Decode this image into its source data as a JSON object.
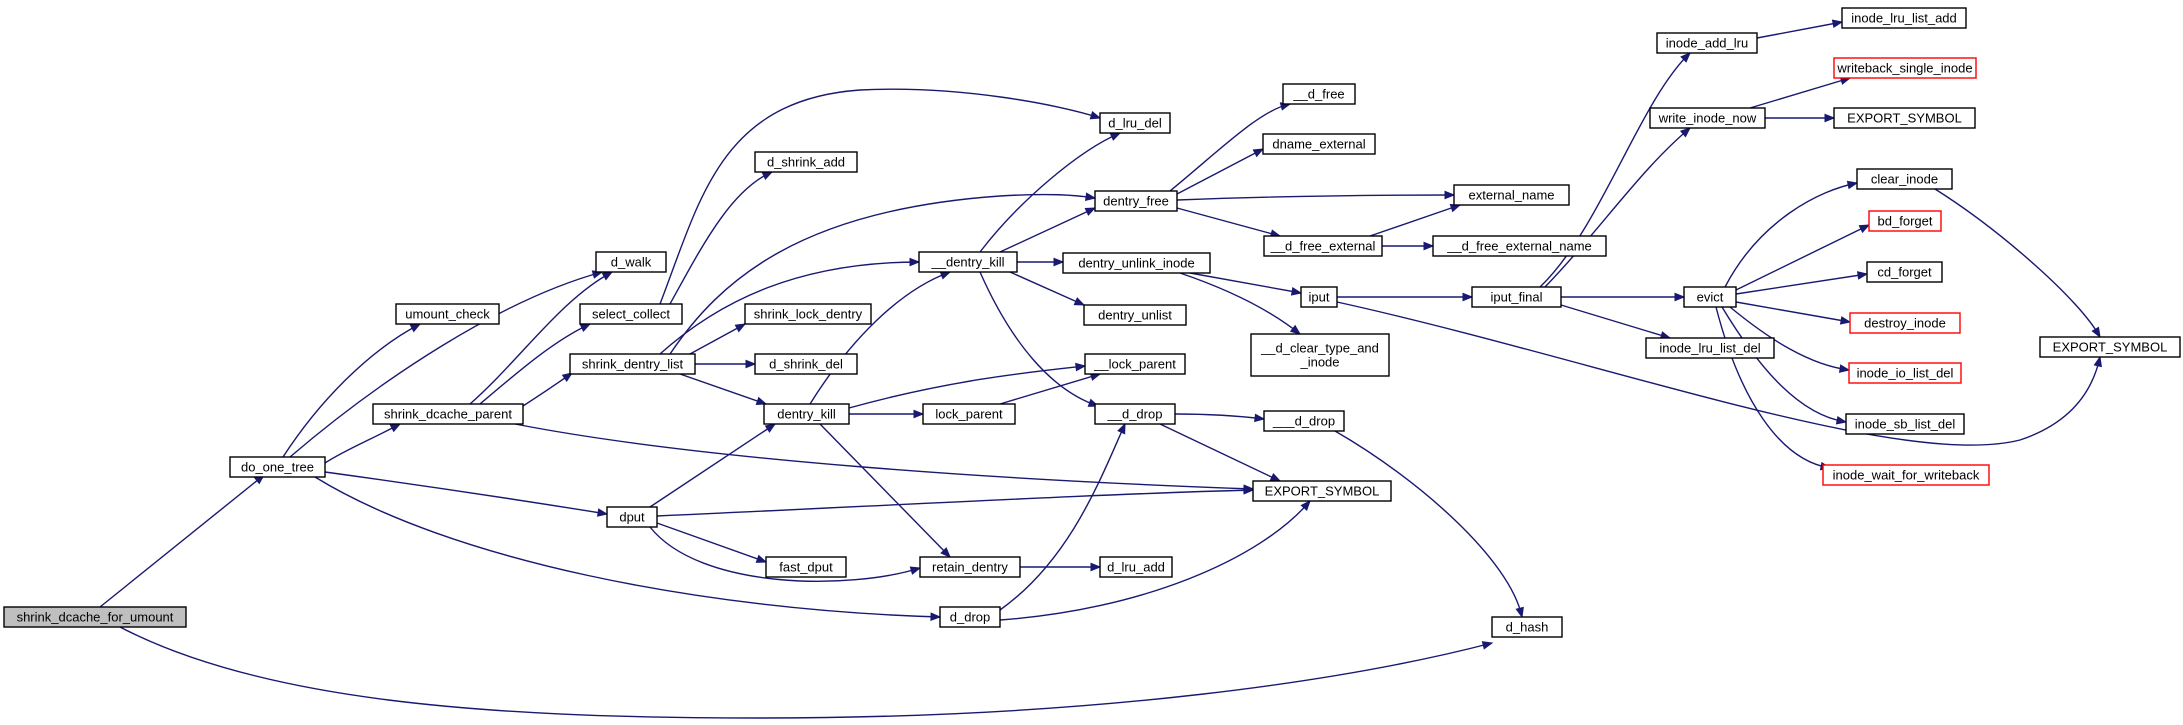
{
  "colors": {
    "edge": "#191970",
    "node_border": "#000000",
    "external_border": "#ff0000",
    "root_fill": "#bfbfbf"
  },
  "nodes": [
    {
      "id": "shrink_dcache_for_umount",
      "label": "shrink_dcache_for_umount",
      "root": true
    },
    {
      "id": "do_one_tree",
      "label": "do_one_tree"
    },
    {
      "id": "umount_check",
      "label": "umount_check"
    },
    {
      "id": "d_walk",
      "label": "d_walk"
    },
    {
      "id": "shrink_dcache_parent",
      "label": "shrink_dcache_parent"
    },
    {
      "id": "select_collect",
      "label": "select_collect"
    },
    {
      "id": "shrink_dentry_list",
      "label": "shrink_dentry_list"
    },
    {
      "id": "d_lru_del",
      "label": "d_lru_del"
    },
    {
      "id": "d_shrink_add",
      "label": "d_shrink_add"
    },
    {
      "id": "shrink_lock_dentry",
      "label": "shrink_lock_dentry"
    },
    {
      "id": "d_shrink_del",
      "label": "d_shrink_del"
    },
    {
      "id": "dentry_kill",
      "label": "dentry_kill"
    },
    {
      "id": "__dentry_kill",
      "label": "__dentry_kill"
    },
    {
      "id": "dentry_free",
      "label": "dentry_free"
    },
    {
      "id": "__d_free",
      "label": "__d_free"
    },
    {
      "id": "dname_external",
      "label": "dname_external"
    },
    {
      "id": "external_name",
      "label": "external_name"
    },
    {
      "id": "__d_free_external",
      "label": "__d_free_external"
    },
    {
      "id": "__d_free_external_name",
      "label": "__d_free_external_name"
    },
    {
      "id": "dentry_unlink_inode",
      "label": "dentry_unlink_inode"
    },
    {
      "id": "dentry_unlist",
      "label": "dentry_unlist"
    },
    {
      "id": "__d_clear_type_and_inode",
      "label": "__d_clear_type_and\n_inode"
    },
    {
      "id": "iput",
      "label": "iput"
    },
    {
      "id": "iput_final",
      "label": "iput_final"
    },
    {
      "id": "__lock_parent",
      "label": "__lock_parent"
    },
    {
      "id": "lock_parent",
      "label": "lock_parent"
    },
    {
      "id": "__d_drop",
      "label": "__d_drop"
    },
    {
      "id": "___d_drop",
      "label": "___d_drop"
    },
    {
      "id": "EXPORT_SYMBOL_mid",
      "label": "EXPORT_SYMBOL"
    },
    {
      "id": "dput",
      "label": "dput"
    },
    {
      "id": "fast_dput",
      "label": "fast_dput"
    },
    {
      "id": "retain_dentry",
      "label": "retain_dentry"
    },
    {
      "id": "d_lru_add",
      "label": "d_lru_add"
    },
    {
      "id": "d_drop",
      "label": "d_drop"
    },
    {
      "id": "d_hash",
      "label": "d_hash"
    },
    {
      "id": "inode_add_lru",
      "label": "inode_add_lru"
    },
    {
      "id": "inode_lru_list_add",
      "label": "inode_lru_list_add"
    },
    {
      "id": "write_inode_now",
      "label": "write_inode_now"
    },
    {
      "id": "writeback_single_inode",
      "label": "writeback_single_inode",
      "external": true
    },
    {
      "id": "EXPORT_SYMBOL_top",
      "label": "EXPORT_SYMBOL"
    },
    {
      "id": "evict",
      "label": "evict"
    },
    {
      "id": "inode_lru_list_del",
      "label": "inode_lru_list_del"
    },
    {
      "id": "clear_inode",
      "label": "clear_inode"
    },
    {
      "id": "bd_forget",
      "label": "bd_forget",
      "external": true
    },
    {
      "id": "cd_forget",
      "label": "cd_forget"
    },
    {
      "id": "destroy_inode",
      "label": "destroy_inode",
      "external": true
    },
    {
      "id": "inode_io_list_del",
      "label": "inode_io_list_del",
      "external": true
    },
    {
      "id": "inode_sb_list_del",
      "label": "inode_sb_list_del"
    },
    {
      "id": "inode_wait_for_writeback",
      "label": "inode_wait_for_writeback",
      "external": true
    },
    {
      "id": "EXPORT_SYMBOL_right",
      "label": "EXPORT_SYMBOL"
    }
  ],
  "edges": [
    [
      "shrink_dcache_for_umount",
      "do_one_tree"
    ],
    [
      "shrink_dcache_for_umount",
      "d_hash"
    ],
    [
      "do_one_tree",
      "umount_check"
    ],
    [
      "do_one_tree",
      "d_walk"
    ],
    [
      "do_one_tree",
      "shrink_dcache_parent"
    ],
    [
      "do_one_tree",
      "dput"
    ],
    [
      "do_one_tree",
      "d_drop"
    ],
    [
      "shrink_dcache_parent",
      "d_walk"
    ],
    [
      "shrink_dcache_parent",
      "select_collect"
    ],
    [
      "shrink_dcache_parent",
      "shrink_dentry_list"
    ],
    [
      "shrink_dcache_parent",
      "EXPORT_SYMBOL_mid"
    ],
    [
      "select_collect",
      "d_lru_del"
    ],
    [
      "select_collect",
      "d_shrink_add"
    ],
    [
      "shrink_dentry_list",
      "dentry_free"
    ],
    [
      "shrink_dentry_list",
      "__dentry_kill"
    ],
    [
      "shrink_dentry_list",
      "shrink_lock_dentry"
    ],
    [
      "shrink_dentry_list",
      "d_shrink_del"
    ],
    [
      "shrink_dentry_list",
      "dentry_kill"
    ],
    [
      "__dentry_kill",
      "d_lru_del"
    ],
    [
      "__dentry_kill",
      "dentry_free"
    ],
    [
      "__dentry_kill",
      "dentry_unlink_inode"
    ],
    [
      "__dentry_kill",
      "dentry_unlist"
    ],
    [
      "__dentry_kill",
      "__d_drop"
    ],
    [
      "dentry_free",
      "__d_free"
    ],
    [
      "dentry_free",
      "dname_external"
    ],
    [
      "dentry_free",
      "external_name"
    ],
    [
      "dentry_free",
      "__d_free_external"
    ],
    [
      "__d_free_external",
      "external_name"
    ],
    [
      "__d_free_external",
      "__d_free_external_name"
    ],
    [
      "dentry_unlink_inode",
      "iput"
    ],
    [
      "dentry_unlink_inode",
      "__d_clear_type_and_inode"
    ],
    [
      "dentry_kill",
      "__dentry_kill"
    ],
    [
      "dentry_kill",
      "__lock_parent"
    ],
    [
      "dentry_kill",
      "lock_parent"
    ],
    [
      "dentry_kill",
      "retain_dentry"
    ],
    [
      "lock_parent",
      "__lock_parent"
    ],
    [
      "__d_drop",
      "___d_drop"
    ],
    [
      "__d_drop",
      "EXPORT_SYMBOL_mid"
    ],
    [
      "___d_drop",
      "d_hash"
    ],
    [
      "dput",
      "dentry_kill"
    ],
    [
      "dput",
      "EXPORT_SYMBOL_mid"
    ],
    [
      "dput",
      "fast_dput"
    ],
    [
      "dput",
      "retain_dentry"
    ],
    [
      "retain_dentry",
      "d_lru_add"
    ],
    [
      "d_drop",
      "__d_drop"
    ],
    [
      "d_drop",
      "EXPORT_SYMBOL_mid"
    ],
    [
      "iput",
      "iput_final"
    ],
    [
      "iput",
      "EXPORT_SYMBOL_right"
    ],
    [
      "iput_final",
      "inode_add_lru"
    ],
    [
      "iput_final",
      "write_inode_now"
    ],
    [
      "iput_final",
      "evict"
    ],
    [
      "iput_final",
      "inode_lru_list_del"
    ],
    [
      "inode_add_lru",
      "inode_lru_list_add"
    ],
    [
      "write_inode_now",
      "writeback_single_inode"
    ],
    [
      "write_inode_now",
      "EXPORT_SYMBOL_top"
    ],
    [
      "evict",
      "clear_inode"
    ],
    [
      "evict",
      "bd_forget"
    ],
    [
      "evict",
      "cd_forget"
    ],
    [
      "evict",
      "destroy_inode"
    ],
    [
      "evict",
      "inode_io_list_del"
    ],
    [
      "evict",
      "inode_sb_list_del"
    ],
    [
      "evict",
      "inode_wait_for_writeback"
    ],
    [
      "clear_inode",
      "EXPORT_SYMBOL_right"
    ]
  ]
}
